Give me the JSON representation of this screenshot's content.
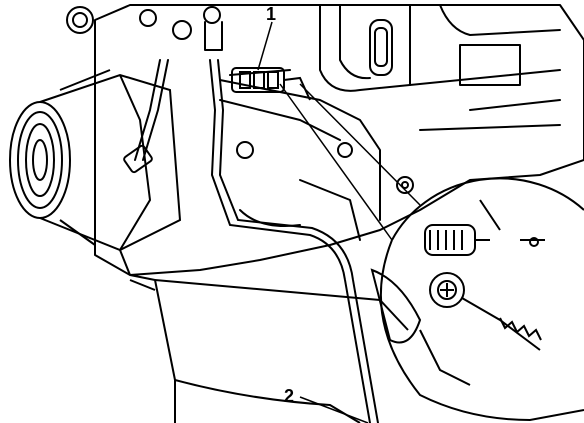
{
  "diagram": {
    "callouts": [
      {
        "id": "1",
        "text": "1"
      },
      {
        "id": "2",
        "text": "2"
      }
    ],
    "colors": {
      "ink": "#000000",
      "paper": "#ffffff"
    }
  }
}
